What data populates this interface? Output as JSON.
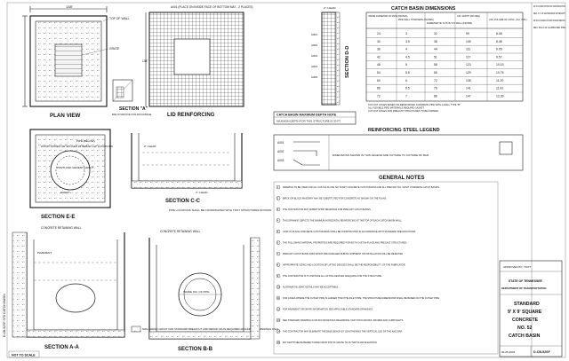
{
  "views": {
    "plan_view": "PLAN VIEW",
    "section_a": "SECTION \"A\"",
    "lid_reinforcing": "LID REINFORCING",
    "section_d": "SECTION D-D",
    "section_e": "SECTION E-E",
    "section_c": "SECTION C-C",
    "section_aa": "SECTION A-A",
    "section_bb": "SECTION B-B"
  },
  "plan_labels": {
    "dim_top": "138\"",
    "top_of_wall": "TOP OF WALL",
    "grate": "GRATE",
    "lid_reinf": "LID REINFORCING"
  },
  "section_e_labels": {
    "wood_stakes": "WOOD STAKES OR SPLICED #4 REBAR LAP LOCATIONS",
    "pipe_below": "PIPE (BELOW)",
    "portland": "PORTLAND CEMENT GROUT",
    "grout": "GROUT"
  },
  "section_c_labels": {
    "pipe_note": "PIPE LOCATIONS SHALL BE COORDINATED WITH TDOT STRUCTURES DIVISION",
    "two_clear": "2\" CLEAR",
    "clear3": "3\" CLEAR"
  },
  "section_aa_labels": {
    "concrete_wall": "CONCRETE RETAINING WALL",
    "pavement": "PAVEMENT",
    "grout_note": "NON-SHRINK GROUT FOR STANDARD BREAKOUT AND REPAIR OR AS REQUIRED AROUND PIPE OPENINGS ONLY"
  },
  "section_bb_labels": {
    "wall": "CONCRETE RETAINING WALL",
    "inside_dia": "INSIDE DIA. OF PIPE"
  },
  "catch_basin_table": {
    "title": "CATCH BASIN DIMENSIONS",
    "headers": [
      "INSIDE DIAMETER OF PIPE (INCHES)",
      "PIPE WALL THICKNESS (INCHES)",
      "DIAMETER OF CUT-OUT IN WALL (INCHES)",
      "CAT. WIDTH (INCHES)",
      "CAT. VOLUME OF CONC. (CU. YDS.)"
    ],
    "rows": [
      [
        "24",
        "3",
        "32",
        "99",
        "8.08"
      ],
      [
        "30",
        "3.5",
        "38",
        "105",
        "8.48"
      ],
      [
        "36",
        "4",
        "44",
        "111",
        "9.05"
      ],
      [
        "42",
        "4.5",
        "51",
        "117",
        "9.57"
      ],
      [
        "48",
        "5",
        "58",
        "123",
        "10.15"
      ],
      [
        "54",
        "5.5",
        "65",
        "129",
        "10.75"
      ],
      [
        "60",
        "6",
        "72",
        "135",
        "11.20"
      ],
      [
        "66",
        "6.5",
        "79",
        "141",
        "11.81"
      ],
      [
        "72",
        "7",
        "86",
        "147",
        "12.39"
      ]
    ],
    "notes": [
      "CUT-OUT HOLES BASED ON REINFORCED CONCRETE PIPE WITH A WALL TYPE \"B\".",
      "ALL FLEXIBLE PIPE MATERIALS REQUIRE GASKET.",
      "CUT-OUT HOLES FOR PRECAST STRUCTURES TO BE FORMED."
    ]
  },
  "depth_note": {
    "title": "CATCH BASIN MAXIMUM DEPTH NOTE",
    "text": "MAXIMUM DEPTH FOR THIS STRUCTURE IS 30 FT."
  },
  "reinforcing_legend": {
    "title": "REINFORCING STEEL LEGEND",
    "rows": [
      "A001",
      "A002",
      "A003"
    ],
    "note": "DIMENSIONS SHOWN IN THIS LEGEND ARE OUTSIDE TO OUTSIDE OF BAR."
  },
  "general_notes": {
    "title": "GENERAL NOTES",
    "items": [
      "DRAWING TO BE USED FOR ALL CAST-IN-PLACE NO. 52/52T CONCRETE CATCH BASINS AND ALL PRECAST NO. 52/52T CONCRETE CATCH BASINS.",
      "BRICK OR BLOCK MASONRY MAY BE SUBSTITUTED FOR CONCRETE AS SHOWN ON THE PLANS.",
      "THE CONTRACTOR MAY SUBMIT SHOP DRAWINGS FOR PRECAST CATCH BASINS.",
      "THIS DRAWING DEPICTS THE MINIMUM HORIZONTAL REINFORCING AT THE TOP OF EACH CATCH BASIN WALL.",
      "CAST-IN-PLACE CONCRETE CATCH BASINS SHALL BE CONSTRUCTED IN ACCORDANCE WITH STANDARD SPECIFICATIONS.",
      "THE FOLLOWING MATERIAL PROPERTIES ARE REQUIRED FOR BOTH CAST-IN-PLACE AND PRECAST STRUCTURES.",
      "PRECAST CATCH BASIN DATA WHICH ARE DAMAGED DURING SHIPMENT OR INSTALLATION WILL BE REJECTED.",
      "APPROPRIATE SIZING AND LOCATION OF LIFTING DEVICES SHALL BE THE RESPONSIBILITY OF THE FABRICATOR.",
      "THE CONTRACTOR IS TO PROVIDE ALL LIFTING DEVICES ADEQUATE FOR THE STRUCTURE.",
      "ALTERNATIVE JOINT DETAILS MAY BE ACCEPTABLE.",
      "FOR CASES WHERE THE OUTLET PIPE IS LARGER THAN THE INLET PIPE, THE STRUCTURE DIMENSIONS SHALL BE BASED ON THE OUTLET PIPE.",
      "FOR PAVEMENT OR GRATE INFORMATION SEE APPLICABLE STANDARD DRAWINGS.",
      "SEE STANDARD DRAWING D-CB-S8 FOR DETAILS REGARDING CAST IRON GRATES, FRAMES AND CURB INLETS.",
      "THE CONTRACTOR MAY ELIMINATE THE BASE BENCH BY LENGTHENING THE VERTICAL LEG OF THE A002 BAR.",
      "PAY DEPTH MEASUREMENT MADE FROM TOP OF GRATE TO OUTLET FLOW ELEVATION."
    ]
  },
  "revisions": [
    "REV. 3-5-16: REVISED CATCH BASIN FOR UPDATED SPECIFICATIONS.",
    "REV. 3-7-16: ELIMINATED STRENGTH",
    "REV. 05-13-16: REVISED CATCH BASIN STANDARD DIMENSIONS.",
    "REV. 08-12-16: ELIMINATED PIPE"
  ],
  "title_block": {
    "approved": "APPROVED BY: TDOT",
    "state": "STATE OF TENNESSEE",
    "dept": "DEPARTMENT OF TRANSPORTATION",
    "line1": "STANDARD",
    "line2": "9' X 9' SQUARE",
    "line3": "CONCRETE",
    "line4": "NO. 52",
    "line5": "CATCH BASIN",
    "date": "06-05-2003",
    "drawing_no": "D-CB-52SF"
  },
  "footer": {
    "not_to_scale": "NOT TO SCALE"
  }
}
